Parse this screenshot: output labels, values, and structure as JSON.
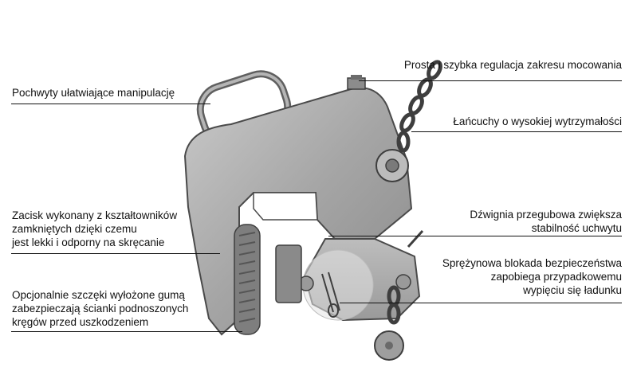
{
  "callouts": {
    "handles": "Pochwyty ułatwiające manipulację",
    "adjustment": "Prosta i szybka regulacja zakresu mocowania",
    "chains": "Łańcuchy o wysokiej wytrzymałości",
    "clamp_line1": "Zacisk wykonany z kształtowników",
    "clamp_line2": "zamkniętych dzięki czemu",
    "clamp_line3": "jest lekki i odporny na skręcanie",
    "lever_line1": "Dźwignia przegubowa zwiększa",
    "lever_line2": "stabilność uchwytu",
    "lock_line1": "Sprężynowa blokada bezpieczeństwa",
    "lock_line2": "zapobiega przypadkowemu",
    "lock_line3": "wypięciu się ładunku",
    "jaws_line1": "Opcjonalnie szczęki wyłożone gumą",
    "jaws_line2": "zabezpieczają ścianki podnoszonych",
    "jaws_line3": "kręgów przed uszkodzeniem"
  },
  "image": {
    "subject": "clamp-illustration",
    "colors": {
      "steel": "#a9a9a9",
      "steel_dark": "#6e6e6e",
      "steel_light": "#d4d4d4",
      "rubber": "#8a8a8a"
    }
  }
}
